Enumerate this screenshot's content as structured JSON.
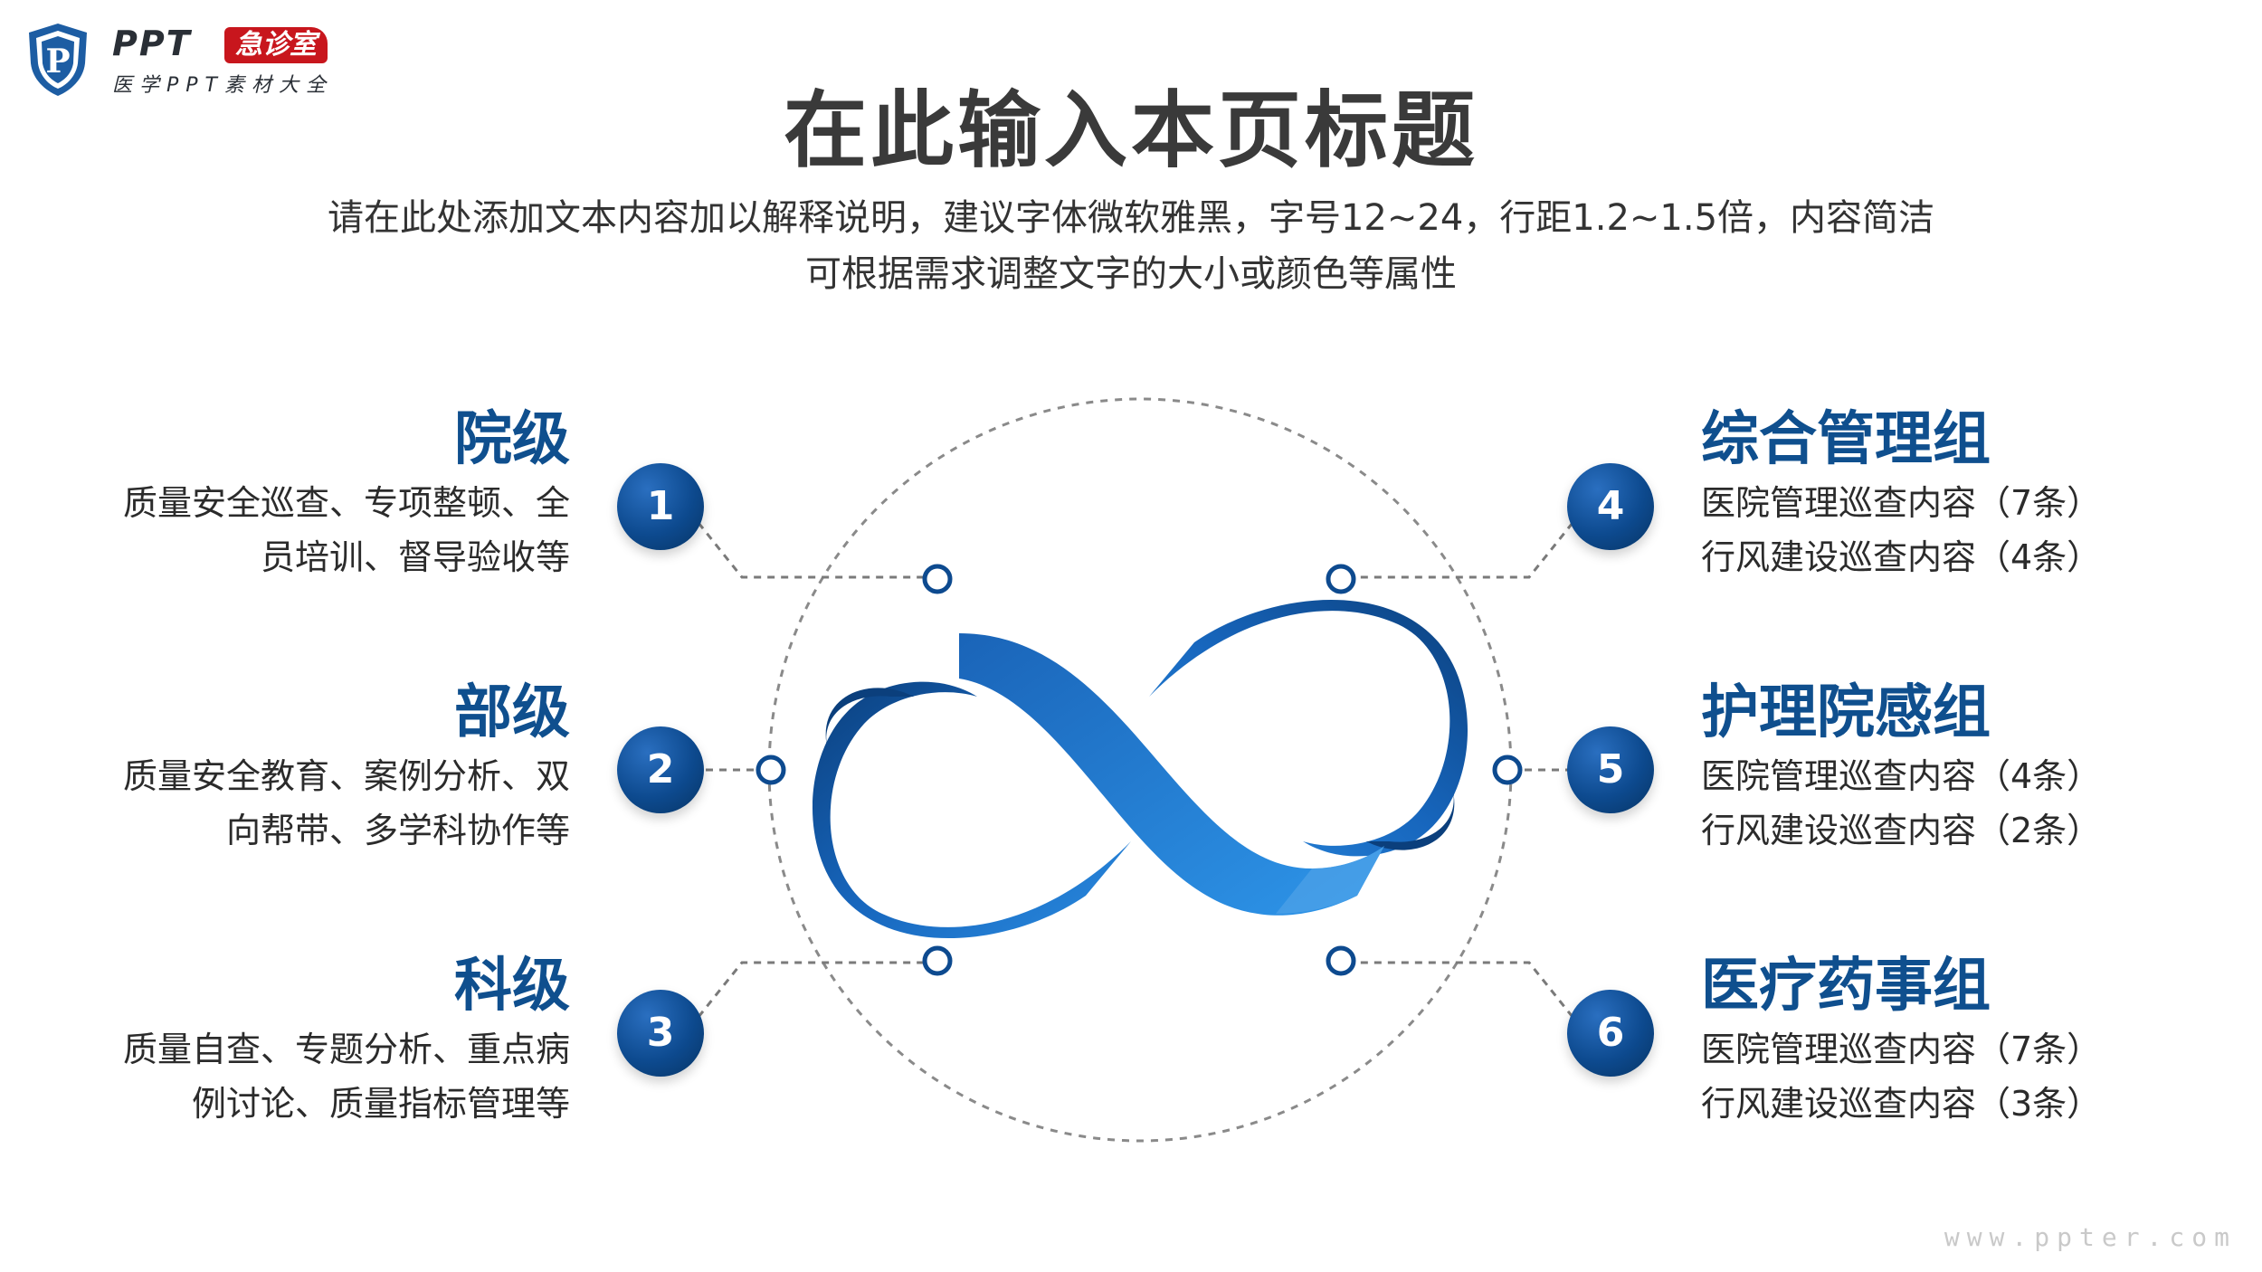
{
  "logo": {
    "main": "PPT",
    "badge": "急诊室",
    "sub": "医学PPT素材大全",
    "shield_letter": "P"
  },
  "header": {
    "title": "在此输入本页标题",
    "desc_line1": "请在此处添加文本内容加以解释说明，建议字体微软雅黑，字号12~24，行距1.2~1.5倍，内容简洁",
    "desc_line2": "可根据需求调整文字的大小或颜色等属性"
  },
  "items": [
    {
      "number": "1",
      "title": "院级",
      "lines": [
        "质量安全巡查、专项整顿、全",
        "员培训、督导验收等"
      ]
    },
    {
      "number": "2",
      "title": "部级",
      "lines": [
        "质量安全教育、案例分析、双",
        "向帮带、多学科协作等"
      ]
    },
    {
      "number": "3",
      "title": "科级",
      "lines": [
        "质量自查、专题分析、重点病",
        "例讨论、质量指标管理等"
      ]
    },
    {
      "number": "4",
      "title": "综合管理组",
      "lines": [
        "医院管理巡查内容（7条）",
        "行风建设巡查内容（4条）"
      ]
    },
    {
      "number": "5",
      "title": "护理院感组",
      "lines": [
        "医院管理巡查内容（4条）",
        "行风建设巡查内容（2条）"
      ]
    },
    {
      "number": "6",
      "title": "医疗药事组",
      "lines": [
        "医院管理巡查内容（7条）",
        "行风建设巡查内容（3条）"
      ]
    }
  ],
  "colors": {
    "accent": "#0f4f8e",
    "accent_light": "#1e88e5",
    "badge_red": "#c8161d"
  },
  "watermark": "www.ppter.com"
}
